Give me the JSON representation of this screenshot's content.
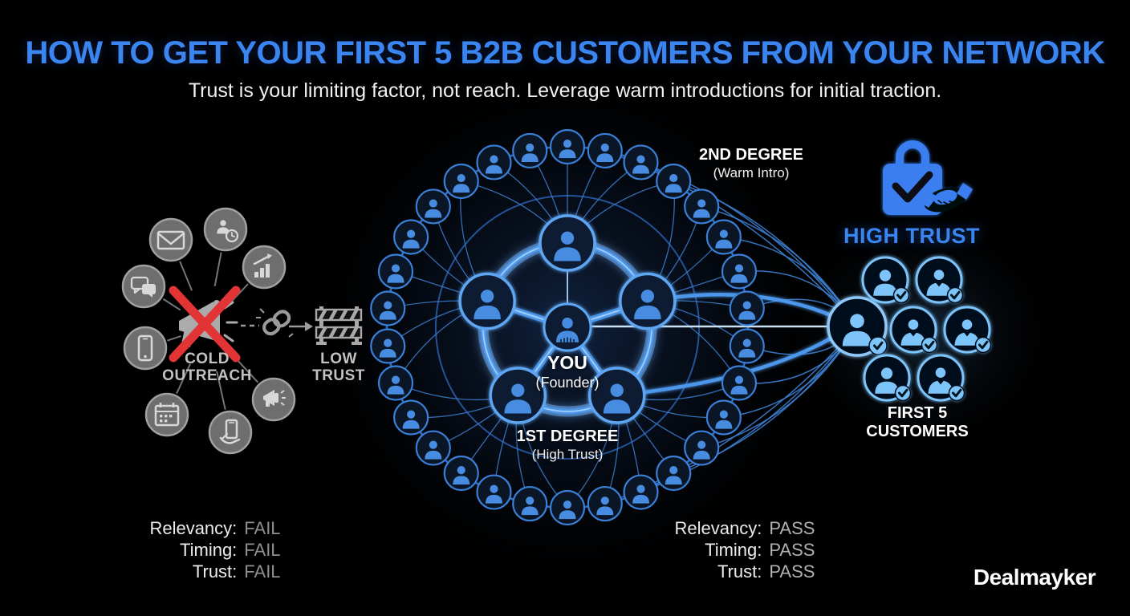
{
  "title": "HOW TO GET YOUR FIRST 5 B2B CUSTOMERS FROM YOUR NETWORK",
  "subtitle": "Trust is your limiting factor, not reach. Leverage warm introductions for initial traction.",
  "colors": {
    "background": "#000000",
    "title_blue": "#3b85f0",
    "deep_line": "#2e6cc8",
    "mid_line": "#2a5fae",
    "fan_line": "#3c7fd0",
    "node_stroke": "#3b80d8",
    "node_fill": "#0a1626",
    "avatar_fill": "#478ce0",
    "ring_glow": "#4e97ea",
    "ring_core": "#aad4ff",
    "beam_core": "#d6ecff",
    "customer_blue": "#7cc4fa",
    "hub_stroke": "#8ec9fa",
    "gray_circle": "#6e6e6e",
    "gray_ring": "#a0a0a0",
    "gray_glyph": "#d8d8d8",
    "gray_megaphone": "#ababab",
    "red_x": "#e23434",
    "barrier_gray": "#a8a8a8",
    "lock_blue": "#3b7ef0",
    "dark_check": "#0a0e14",
    "cluster_text": "#c2c2c2",
    "fail_value": "#8f8f8f",
    "pass_value": "#b0b0b0"
  },
  "cold_outreach": {
    "label_line1": "COLD",
    "label_line2": "OUTREACH",
    "center_icon": "megaphone-crossed-icon",
    "icons": [
      "email-icon",
      "user-clock-icon",
      "growth-chart-icon",
      "chat-icon",
      "smartphone-icon",
      "calendar-icon",
      "hand-phone-icon",
      "small-megaphone-icon"
    ]
  },
  "low_trust": {
    "label_line1": "LOW",
    "label_line2": "TRUST",
    "icon": "barrier-icon",
    "link_icon": "broken-chain-icon",
    "arrow_icon": "arrow-right-icon"
  },
  "network": {
    "you_label": "YOU",
    "you_sublabel": "(Founder)",
    "first_degree_label": "1ST DEGREE",
    "first_degree_sublabel": "(High Trust)",
    "second_degree_label": "2ND DEGREE",
    "second_degree_sublabel": "(Warm Intro)",
    "first_degree_count": 5,
    "second_degree_count": 30
  },
  "high_trust": {
    "label": "HIGH TRUST",
    "icon": "lock-check-handshake-icon"
  },
  "customers": {
    "label_line1": "FIRST 5",
    "label_line2": "CUSTOMERS",
    "count": 7
  },
  "scorecards": {
    "fail": {
      "rows": [
        {
          "label": "Relevancy:",
          "value": "FAIL"
        },
        {
          "label": "Timing:",
          "value": "FAIL"
        },
        {
          "label": "Trust:",
          "value": "FAIL"
        }
      ]
    },
    "pass": {
      "rows": [
        {
          "label": "Relevancy:",
          "value": "PASS"
        },
        {
          "label": "Timing:",
          "value": "PASS"
        },
        {
          "label": "Trust:",
          "value": "PASS"
        }
      ]
    }
  },
  "brand": {
    "name": "Dealmayker"
  }
}
